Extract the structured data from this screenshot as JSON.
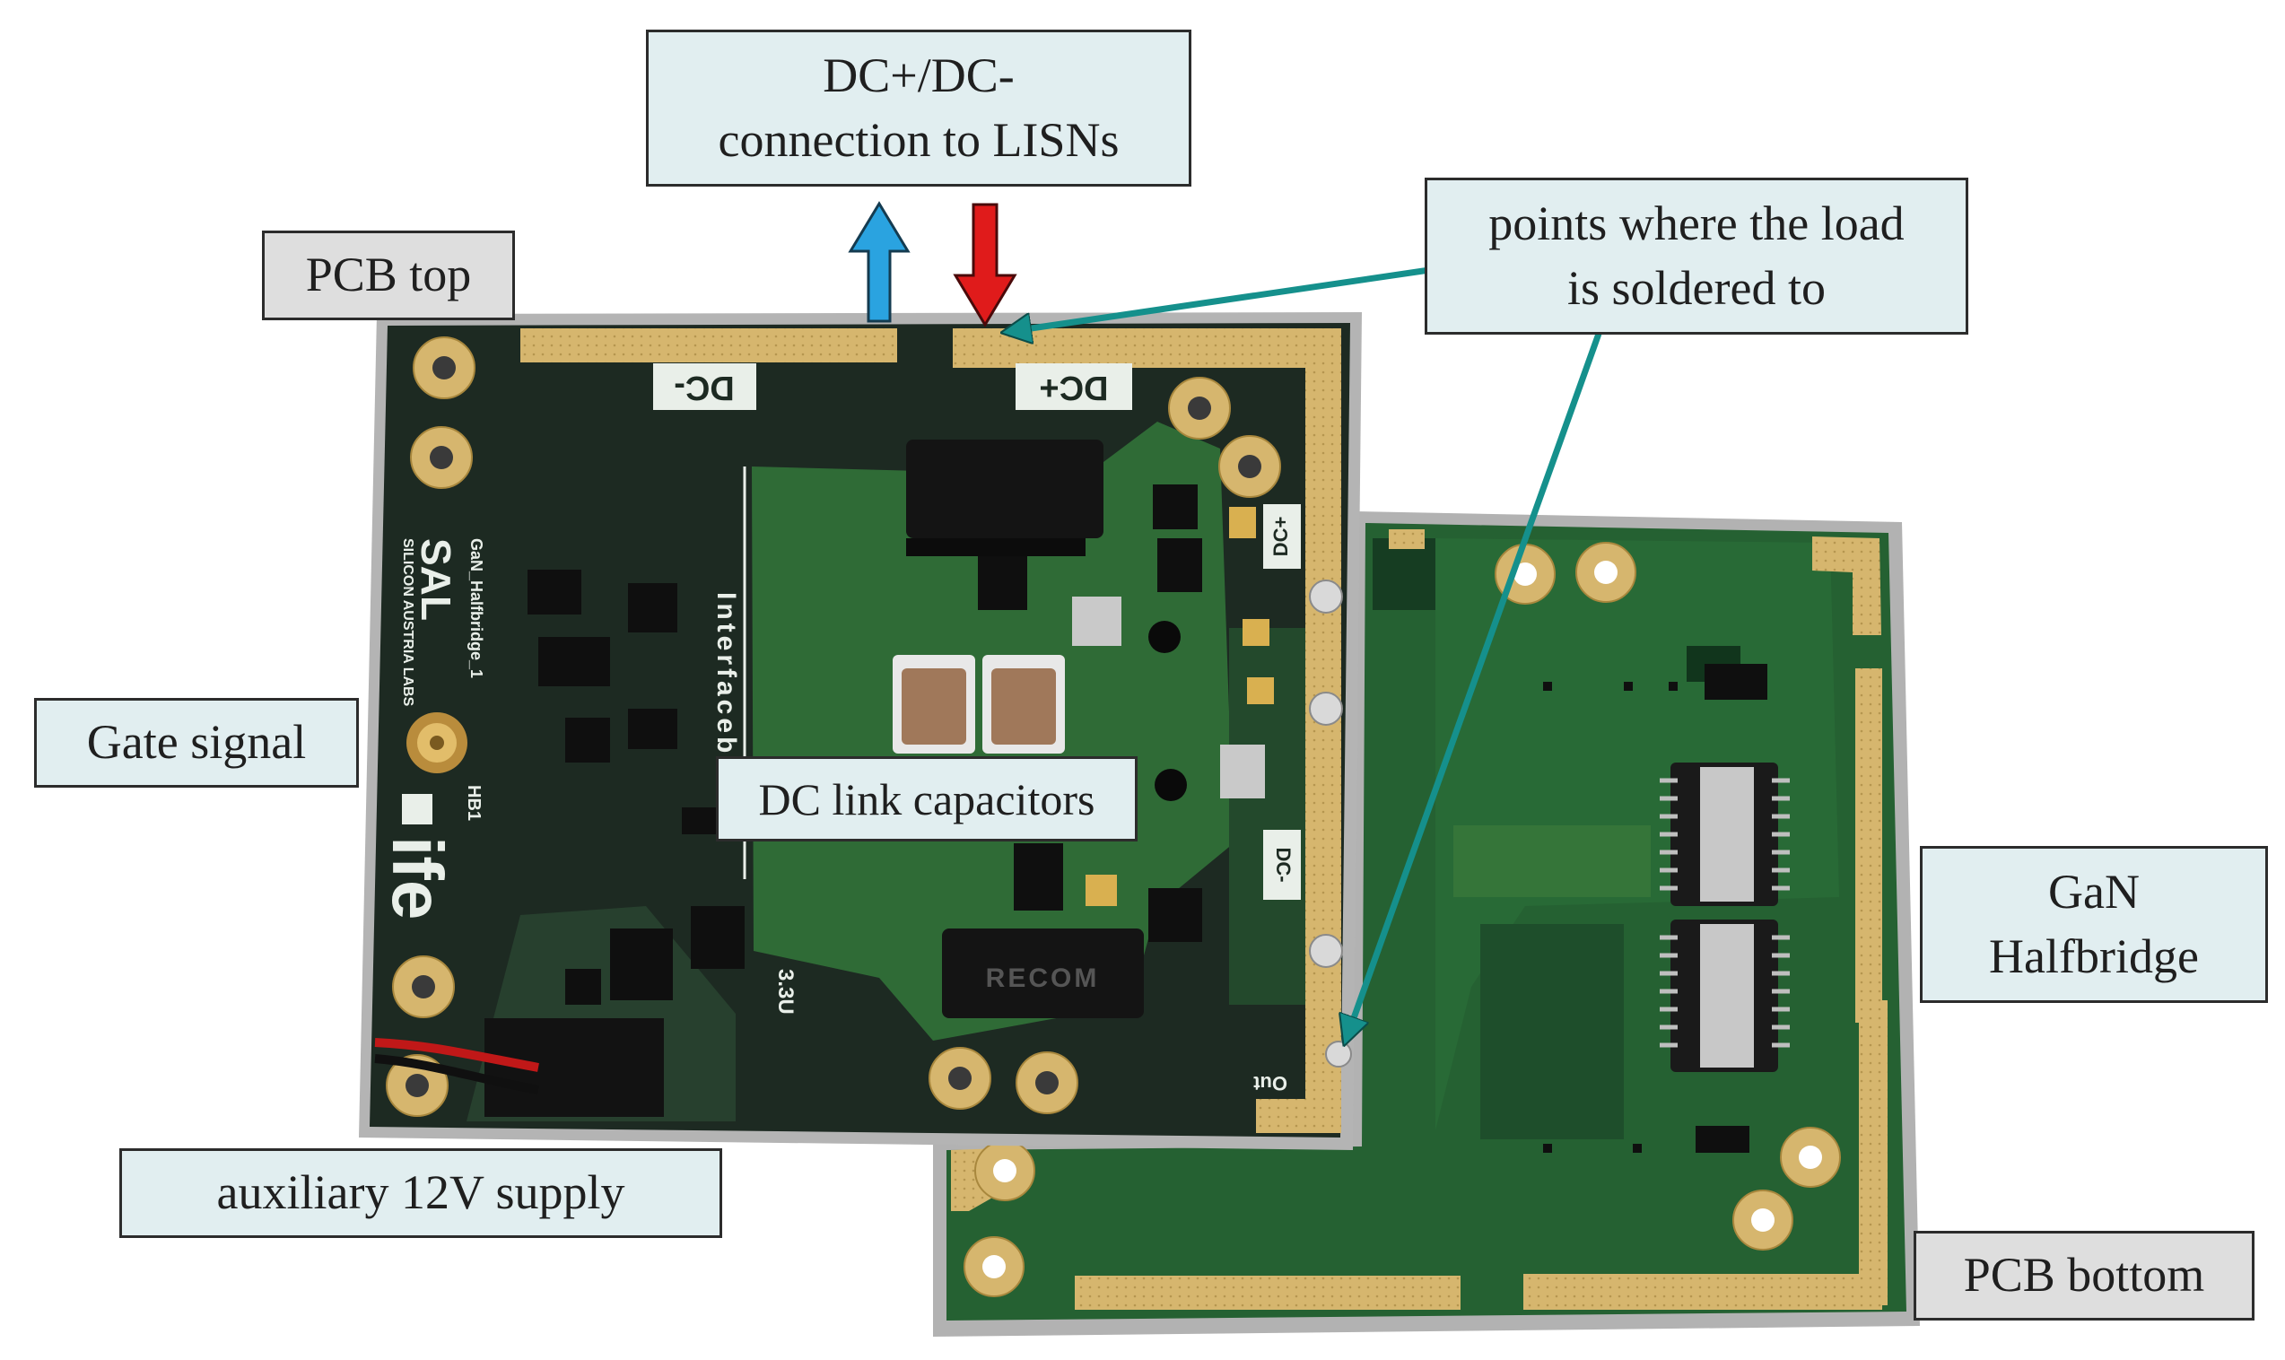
{
  "callouts": {
    "dc_connection": {
      "line1": "DC+/DC-",
      "line2": "connection to LISNs"
    },
    "pcb_top": "PCB top",
    "load_points": {
      "line1": "points where the load",
      "line2": "is soldered to"
    },
    "gate_signal": "Gate signal",
    "dc_link": "DC link capacitors",
    "gan_halfbridge": {
      "line1": "GaN",
      "line2": "Halfbridge"
    },
    "aux_supply": "auxiliary 12V supply",
    "pcb_bottom": "PCB bottom"
  },
  "silkscreen": {
    "dc_minus": "DC-",
    "dc_plus": "DC+",
    "dc_plus_small": "DC+",
    "dc_minus_small": "DC-",
    "interface": "Interfaceboa",
    "sal_logo": "SAL",
    "sal_full": "SILICON AUSTRIA LABS",
    "board_name": "GaN_Halfbridge_1",
    "hb1": "HB1",
    "ife_logo": "ife",
    "voltage": "3.3U",
    "out": "Out",
    "recom": "RECOM"
  },
  "colors": {
    "pcb_dark": "#1d2a22",
    "pcb_green": "#2f6b36",
    "pcb_bottom": "#256132",
    "gold_pad": "#d5b46a",
    "board_edge": "#a8a8a8",
    "arrow_up": "#2aa3e0",
    "arrow_down": "#e01b1b",
    "pointer": "#15908c",
    "label_teal": "#e1eef0",
    "label_grey": "#dedede"
  }
}
